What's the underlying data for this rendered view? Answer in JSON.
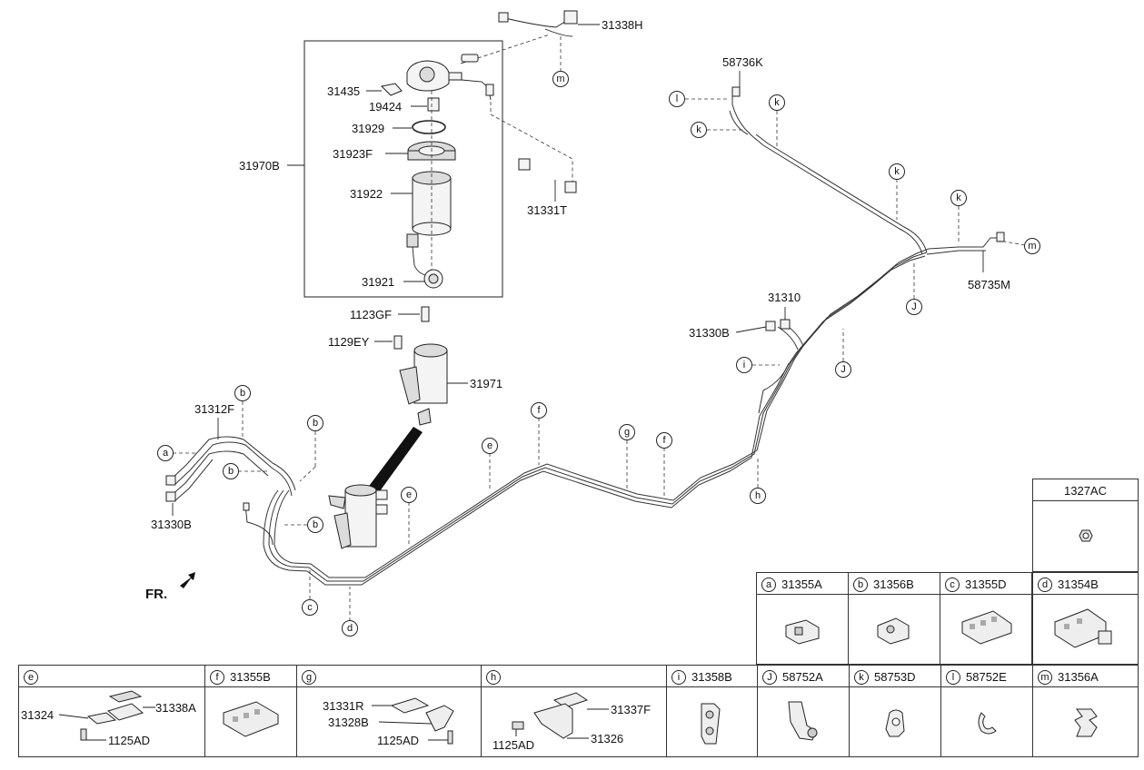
{
  "part_labels": {
    "p31338H": "31338H",
    "p58736K": "58736K",
    "p31435": "31435",
    "p19424": "19424",
    "p31929": "31929",
    "p31923F": "31923F",
    "p31970B": "31970B",
    "p31922": "31922",
    "p31331T": "31331T",
    "p31921": "31921",
    "p1123GF": "1123GF",
    "p1129EY": "1129EY",
    "p31971": "31971",
    "p31312F": "31312F",
    "p31330B_left": "31330B",
    "p31310": "31310",
    "p31330B_right": "31330B",
    "p58735M": "58735M",
    "fr": "FR."
  },
  "callouts": {
    "m": "m",
    "l": "l",
    "k": "k",
    "J": "J",
    "i": "i",
    "h": "h",
    "g": "g",
    "f": "f",
    "e": "e",
    "d": "d",
    "c": "c",
    "b": "b",
    "a": "a"
  },
  "tables": {
    "t1327AC": {
      "letter": "",
      "part": "1327AC"
    },
    "ta": {
      "letter": "a",
      "part": "31355A"
    },
    "tb": {
      "letter": "b",
      "part": "31356B"
    },
    "tc": {
      "letter": "c",
      "part": "31355D"
    },
    "td": {
      "letter": "d",
      "part": "31354B"
    },
    "te": {
      "letter": "e",
      "part": "",
      "sub": [
        "31324",
        "31338A",
        "1125AD"
      ]
    },
    "tf": {
      "letter": "f",
      "part": "31355B"
    },
    "tg": {
      "letter": "g",
      "part": "",
      "sub": [
        "31331R",
        "31328B",
        "1125AD"
      ]
    },
    "th": {
      "letter": "h",
      "part": "",
      "sub": [
        "31337F",
        "1125AD",
        "31326"
      ]
    },
    "ti": {
      "letter": "i",
      "part": "31358B"
    },
    "tJ": {
      "letter": "J",
      "part": "58752A"
    },
    "tk": {
      "letter": "k",
      "part": "58753D"
    },
    "tl": {
      "letter": "l",
      "part": "58752E"
    },
    "tm": {
      "letter": "m",
      "part": "31356A"
    }
  }
}
